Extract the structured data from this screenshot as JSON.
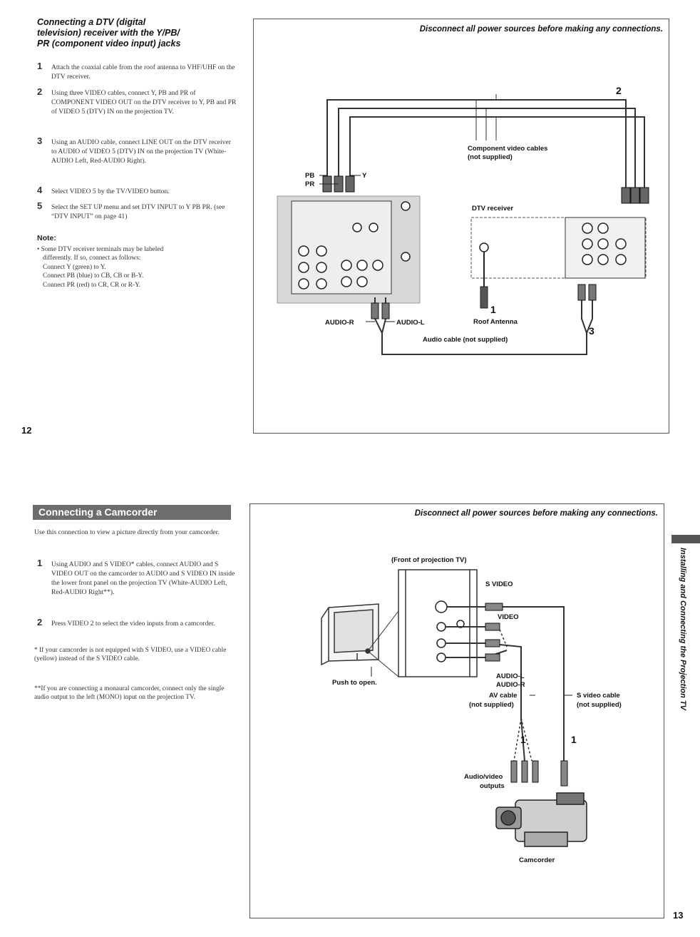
{
  "top": {
    "heading": [
      "Connecting a DTV (digital",
      "television) receiver with the Y/PB/",
      "PR (component video input) jacks"
    ],
    "steps": [
      {
        "num": "1",
        "text": "Attach the coaxial cable from the roof antenna to VHF/UHF on the DTV receiver."
      },
      {
        "num": "2",
        "text": "Using three VIDEO cables, connect Y, PB and PR of COMPONENT VIDEO OUT on the DTV receiver to Y, PB and PR of VIDEO 5 (DTV) IN on the projection TV."
      },
      {
        "num": "3",
        "text": "Using an AUDIO cable, connect LINE OUT on the DTV receiver to AUDIO of VIDEO 5 (DTV) IN on the projection TV (White-AUDIO Left, Red-AUDIO Right)."
      },
      {
        "num": "4",
        "text": "Select VIDEO 5 by the TV/VIDEO button."
      },
      {
        "num": "5",
        "text": "Select the SET UP menu and set DTV INPUT to Y PB PR. (see “DTV INPUT” on page 41)"
      }
    ],
    "note_heading": "Note:",
    "note_lines": [
      "• Some DTV receiver terminals may be labeled",
      "differently. If so, connect as follows:",
      "Connect Y (green) to Y.",
      "Connect PB (blue) to CB, CB or B-Y.",
      "Connect PR (red) to CR, CR or R-Y."
    ],
    "page_number": "12",
    "diagram": {
      "warning": "Disconnect all power sources before making any connections.",
      "labels": {
        "two": "2",
        "component_cables_1": "Component video cables",
        "component_cables_2": "(not supplied)",
        "pb": "PB",
        "pr": "PR",
        "y": "Y",
        "dtv_receiver": "DTV receiver",
        "one": "1",
        "roof_antenna": "Roof Antenna",
        "audio_r": "AUDIO-R",
        "audio_l": "AUDIO-L",
        "three": "3",
        "audio_cable": "Audio cable (not supplied)"
      }
    }
  },
  "bottom": {
    "banner": "Connecting a Camcorder",
    "intro": "Use this connection to view a picture directly from your camcorder.",
    "steps": [
      {
        "num": "1",
        "text": "Using AUDIO and S VIDEO* cables, connect AUDIO and S VIDEO OUT on the camcorder to AUDIO and S VIDEO IN inside the lower front panel on the projection TV (White-AUDIO Left, Red-AUDIO Right**)."
      },
      {
        "num": "2",
        "text": "Press VIDEO 2 to select the video inputs from a camcorder."
      }
    ],
    "footnotes": [
      "* If your camcorder is not equipped with S VIDEO, use a VIDEO cable (yellow) instead of the S VIDEO cable.",
      "**If you are connecting a monaural camcorder, connect only the single audio output to the left (MONO) input on the projection TV."
    ],
    "page_number": "13",
    "side_label": "Installing and Connecting the Projection TV",
    "diagram": {
      "warning": "Disconnect all power sources before making any connections.",
      "labels": {
        "front_of_tv": "(Front of projection TV)",
        "s_video": "S VIDEO",
        "video": "VIDEO",
        "audio_l": "AUDIO-L",
        "audio_r": "AUDIO-R",
        "push_to_open": "Push to open.",
        "av_cable_1": "AV cable",
        "av_cable_2": "(not supplied)",
        "s_video_cable_1": "S video cable",
        "s_video_cable_2": "(not supplied)",
        "one_a": "1",
        "one_b": "1",
        "av_outputs_1": "Audio/video",
        "av_outputs_2": "outputs",
        "camcorder": "Camcorder"
      }
    }
  }
}
